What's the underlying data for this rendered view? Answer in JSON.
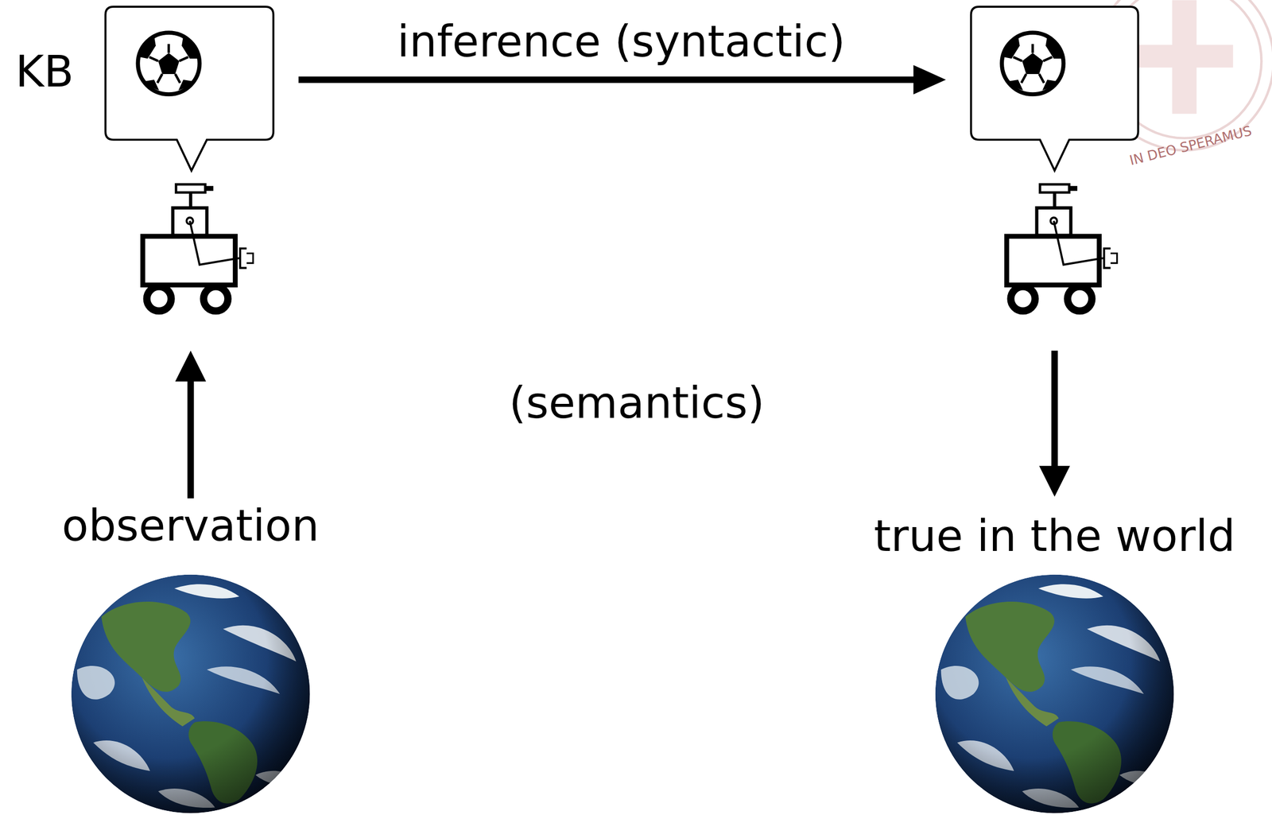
{
  "diagram": {
    "labels": [
      "KB",
      "inference (syntactic)",
      "(semantics)",
      "observation",
      "true in the world",
      "IN DEO SPERAMUS"
    ]
  }
}
